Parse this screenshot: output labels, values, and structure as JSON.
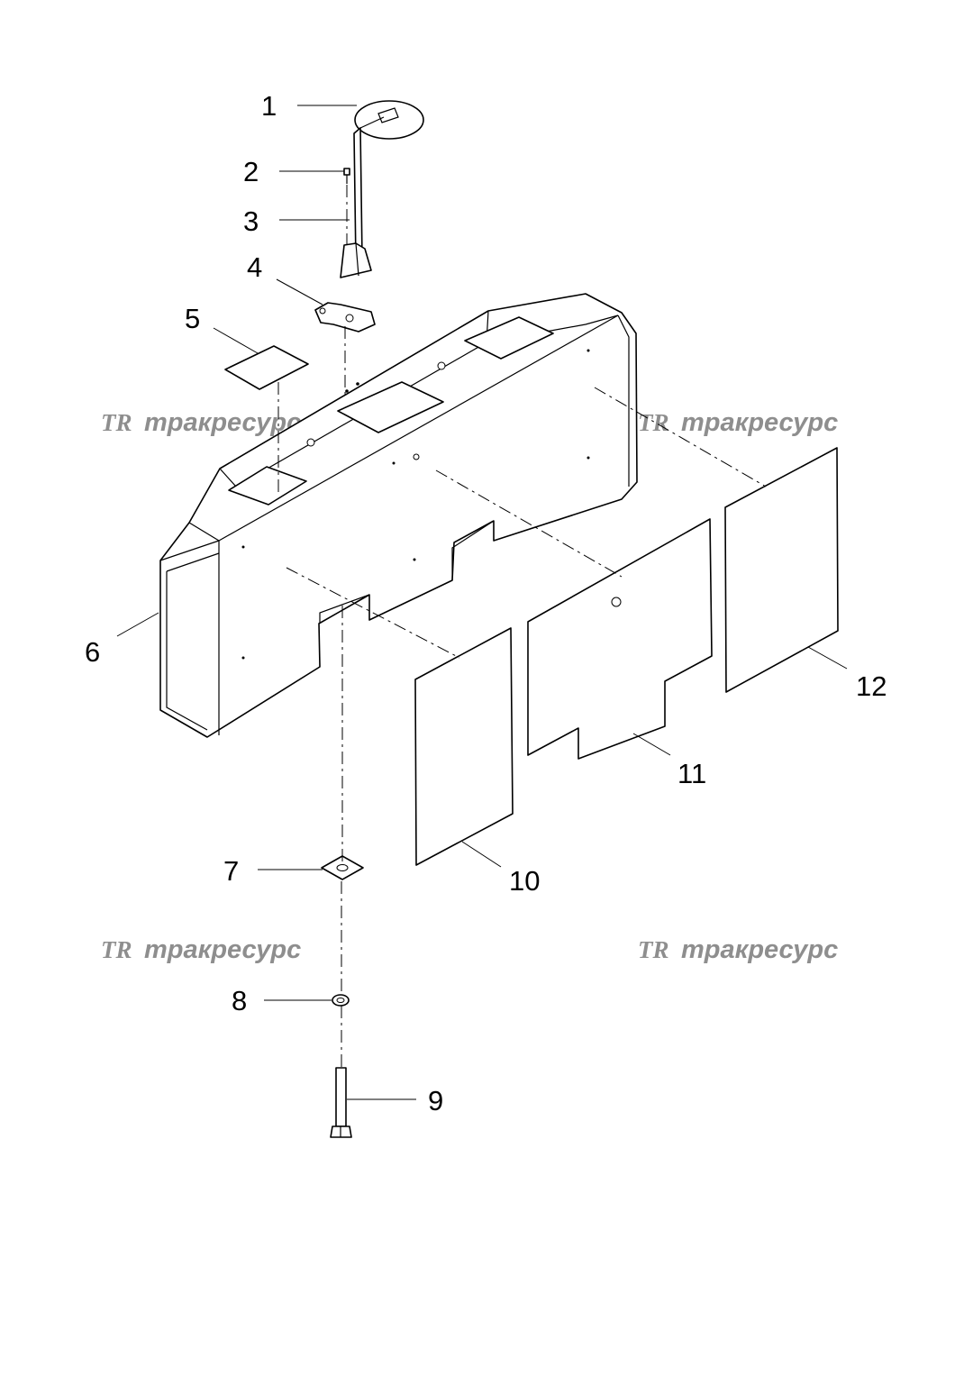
{
  "callouts": [
    {
      "id": "1",
      "label": "1"
    },
    {
      "id": "2",
      "label": "2"
    },
    {
      "id": "3",
      "label": "3"
    },
    {
      "id": "4",
      "label": "4"
    },
    {
      "id": "5",
      "label": "5"
    },
    {
      "id": "6",
      "label": "6"
    },
    {
      "id": "7",
      "label": "7"
    },
    {
      "id": "8",
      "label": "8"
    },
    {
      "id": "9",
      "label": "9"
    },
    {
      "id": "10",
      "label": "10"
    },
    {
      "id": "11",
      "label": "11"
    },
    {
      "id": "12",
      "label": "12"
    }
  ],
  "watermark": {
    "logo": "TR",
    "text": "тракресурс",
    "color": "#8e8e8e"
  }
}
